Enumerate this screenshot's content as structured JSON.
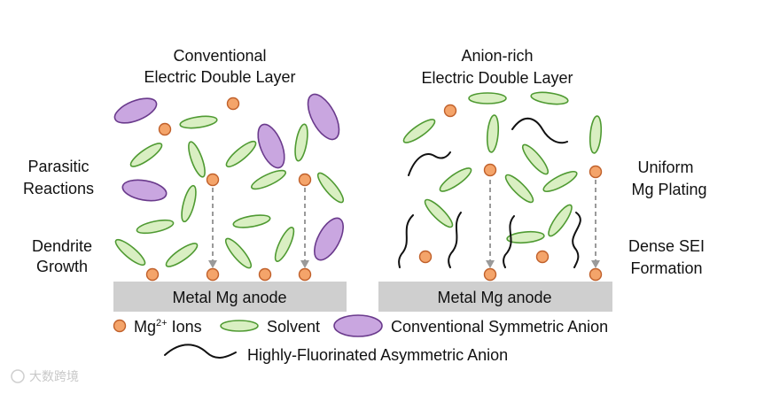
{
  "panels": {
    "left_title": [
      "Conventional",
      "Electric Double Layer"
    ],
    "right_title": [
      "Anion-rich",
      "Electric Double Layer"
    ]
  },
  "side_labels": {
    "parasitic": [
      "Parasitic",
      "Reactions"
    ],
    "dendrite": [
      "Dendrite",
      "Growth"
    ],
    "uniform": [
      "Uniform",
      "Mg Plating"
    ],
    "dense_sei": [
      "Dense SEI",
      "Formation"
    ]
  },
  "anode": {
    "left": "Metal Mg anode",
    "right": "Metal Mg anode"
  },
  "legend": {
    "ion_base": "Mg",
    "ion_sup": "2+",
    "ion_rest": " Ions",
    "solvent": "Solvent",
    "sym_anion": "Conventional Symmetric Anion",
    "asym_anion": "Highly-Fluorinated Asymmetric Anion"
  },
  "colors": {
    "ion_fill": "#f4a46a",
    "ion_stroke": "#c0602a",
    "solvent_fill": "#d9efc2",
    "solvent_stroke": "#4f9a32",
    "anion_fill": "#c9a6e0",
    "anion_stroke": "#6a3a8c",
    "anode_fill": "#cfcfcf",
    "arrow": "#9a9a9a"
  },
  "watermark": "大数跨境"
}
